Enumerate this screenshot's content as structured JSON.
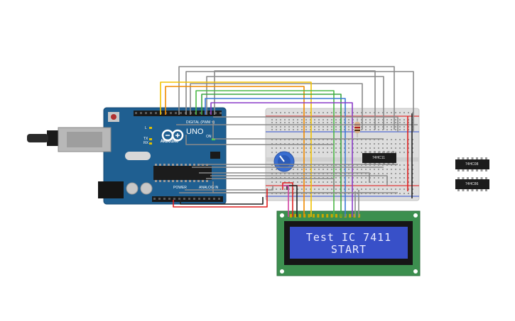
{
  "arduino": {
    "brand": "ARDUINO",
    "model": "UNO",
    "digital_label": "DIGITAL (PWM ~)",
    "power_label": "POWER",
    "analog_label": "ANALOG IN",
    "on_label": "ON",
    "tx_label": "TX",
    "rx_label": "RX",
    "l_label": "L"
  },
  "chips": {
    "breadboard_chip": "74HC11",
    "spare_chip_1": "74HC08",
    "spare_chip_2": "74HC86"
  },
  "lcd": {
    "line1": "Test IC 7411",
    "line2": "START"
  },
  "colors": {
    "arduino_board": "#1f5f91",
    "breadboard": "#dcdcdc",
    "lcd_pcb": "#3c8f4f",
    "lcd_screen": "#3850c8",
    "wire_gray": "#8a8a8a",
    "wire_yellow": "#f2c200",
    "wire_orange": "#f08a00",
    "wire_green": "#4db848",
    "wire_blue": "#3b7ad6",
    "wire_purple": "#8a3bc8",
    "wire_red": "#e02020",
    "wire_black": "#222222"
  }
}
